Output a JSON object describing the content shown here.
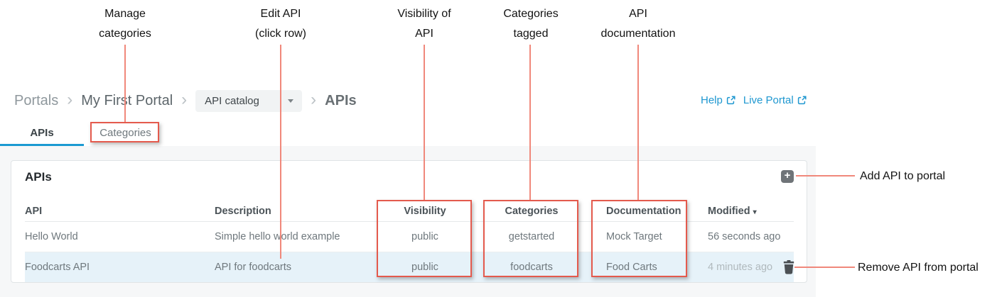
{
  "annotations": {
    "top_labels": [
      {
        "line1": "Manage",
        "line2": "categories"
      },
      {
        "line1": "Edit API",
        "line2": "(click row)"
      },
      {
        "line1": "Visibility of",
        "line2": "API"
      },
      {
        "line1": "Categories",
        "line2": "tagged"
      },
      {
        "line1": "API",
        "line2": "documentation"
      }
    ],
    "add_api_label": "Add API to portal",
    "remove_api_label": "Remove API from portal"
  },
  "breadcrumb": {
    "items": [
      "Portals",
      "My First Portal"
    ],
    "separator": "›",
    "catalog_dropdown_value": "API catalog",
    "current": "APIs"
  },
  "header_links": {
    "help": "Help",
    "live_portal": "Live Portal",
    "external_icon": "open-in-new"
  },
  "tabs": [
    {
      "label": "APIs",
      "active": true
    },
    {
      "label": "Categories",
      "active": false
    }
  ],
  "panel": {
    "title": "APIs",
    "add_button_icon": "+",
    "columns": {
      "api": "API",
      "description": "Description",
      "visibility": "Visibility",
      "categories": "Categories",
      "documentation": "Documentation",
      "modified": "Modified",
      "sort_icon": "▾"
    },
    "rows": [
      {
        "api": "Hello World",
        "description": "Simple hello world example",
        "visibility": "public",
        "categories": "getstarted",
        "documentation": "Mock Target",
        "modified": "56 seconds ago"
      },
      {
        "api": "Foodcarts API",
        "description": "API for foodcarts",
        "visibility": "public",
        "categories": "foodcarts",
        "documentation": "Food Carts",
        "modified": "4 minutes ago"
      }
    ],
    "delete_icon": "trash"
  },
  "colors": {
    "annotation_red": "#e45a4d",
    "annotation_line_red": "#f0887b",
    "link_blue": "#1e97d0",
    "tab_underline_blue": "#1b9ad2",
    "row_highlight_blue": "#e6f2f9"
  }
}
